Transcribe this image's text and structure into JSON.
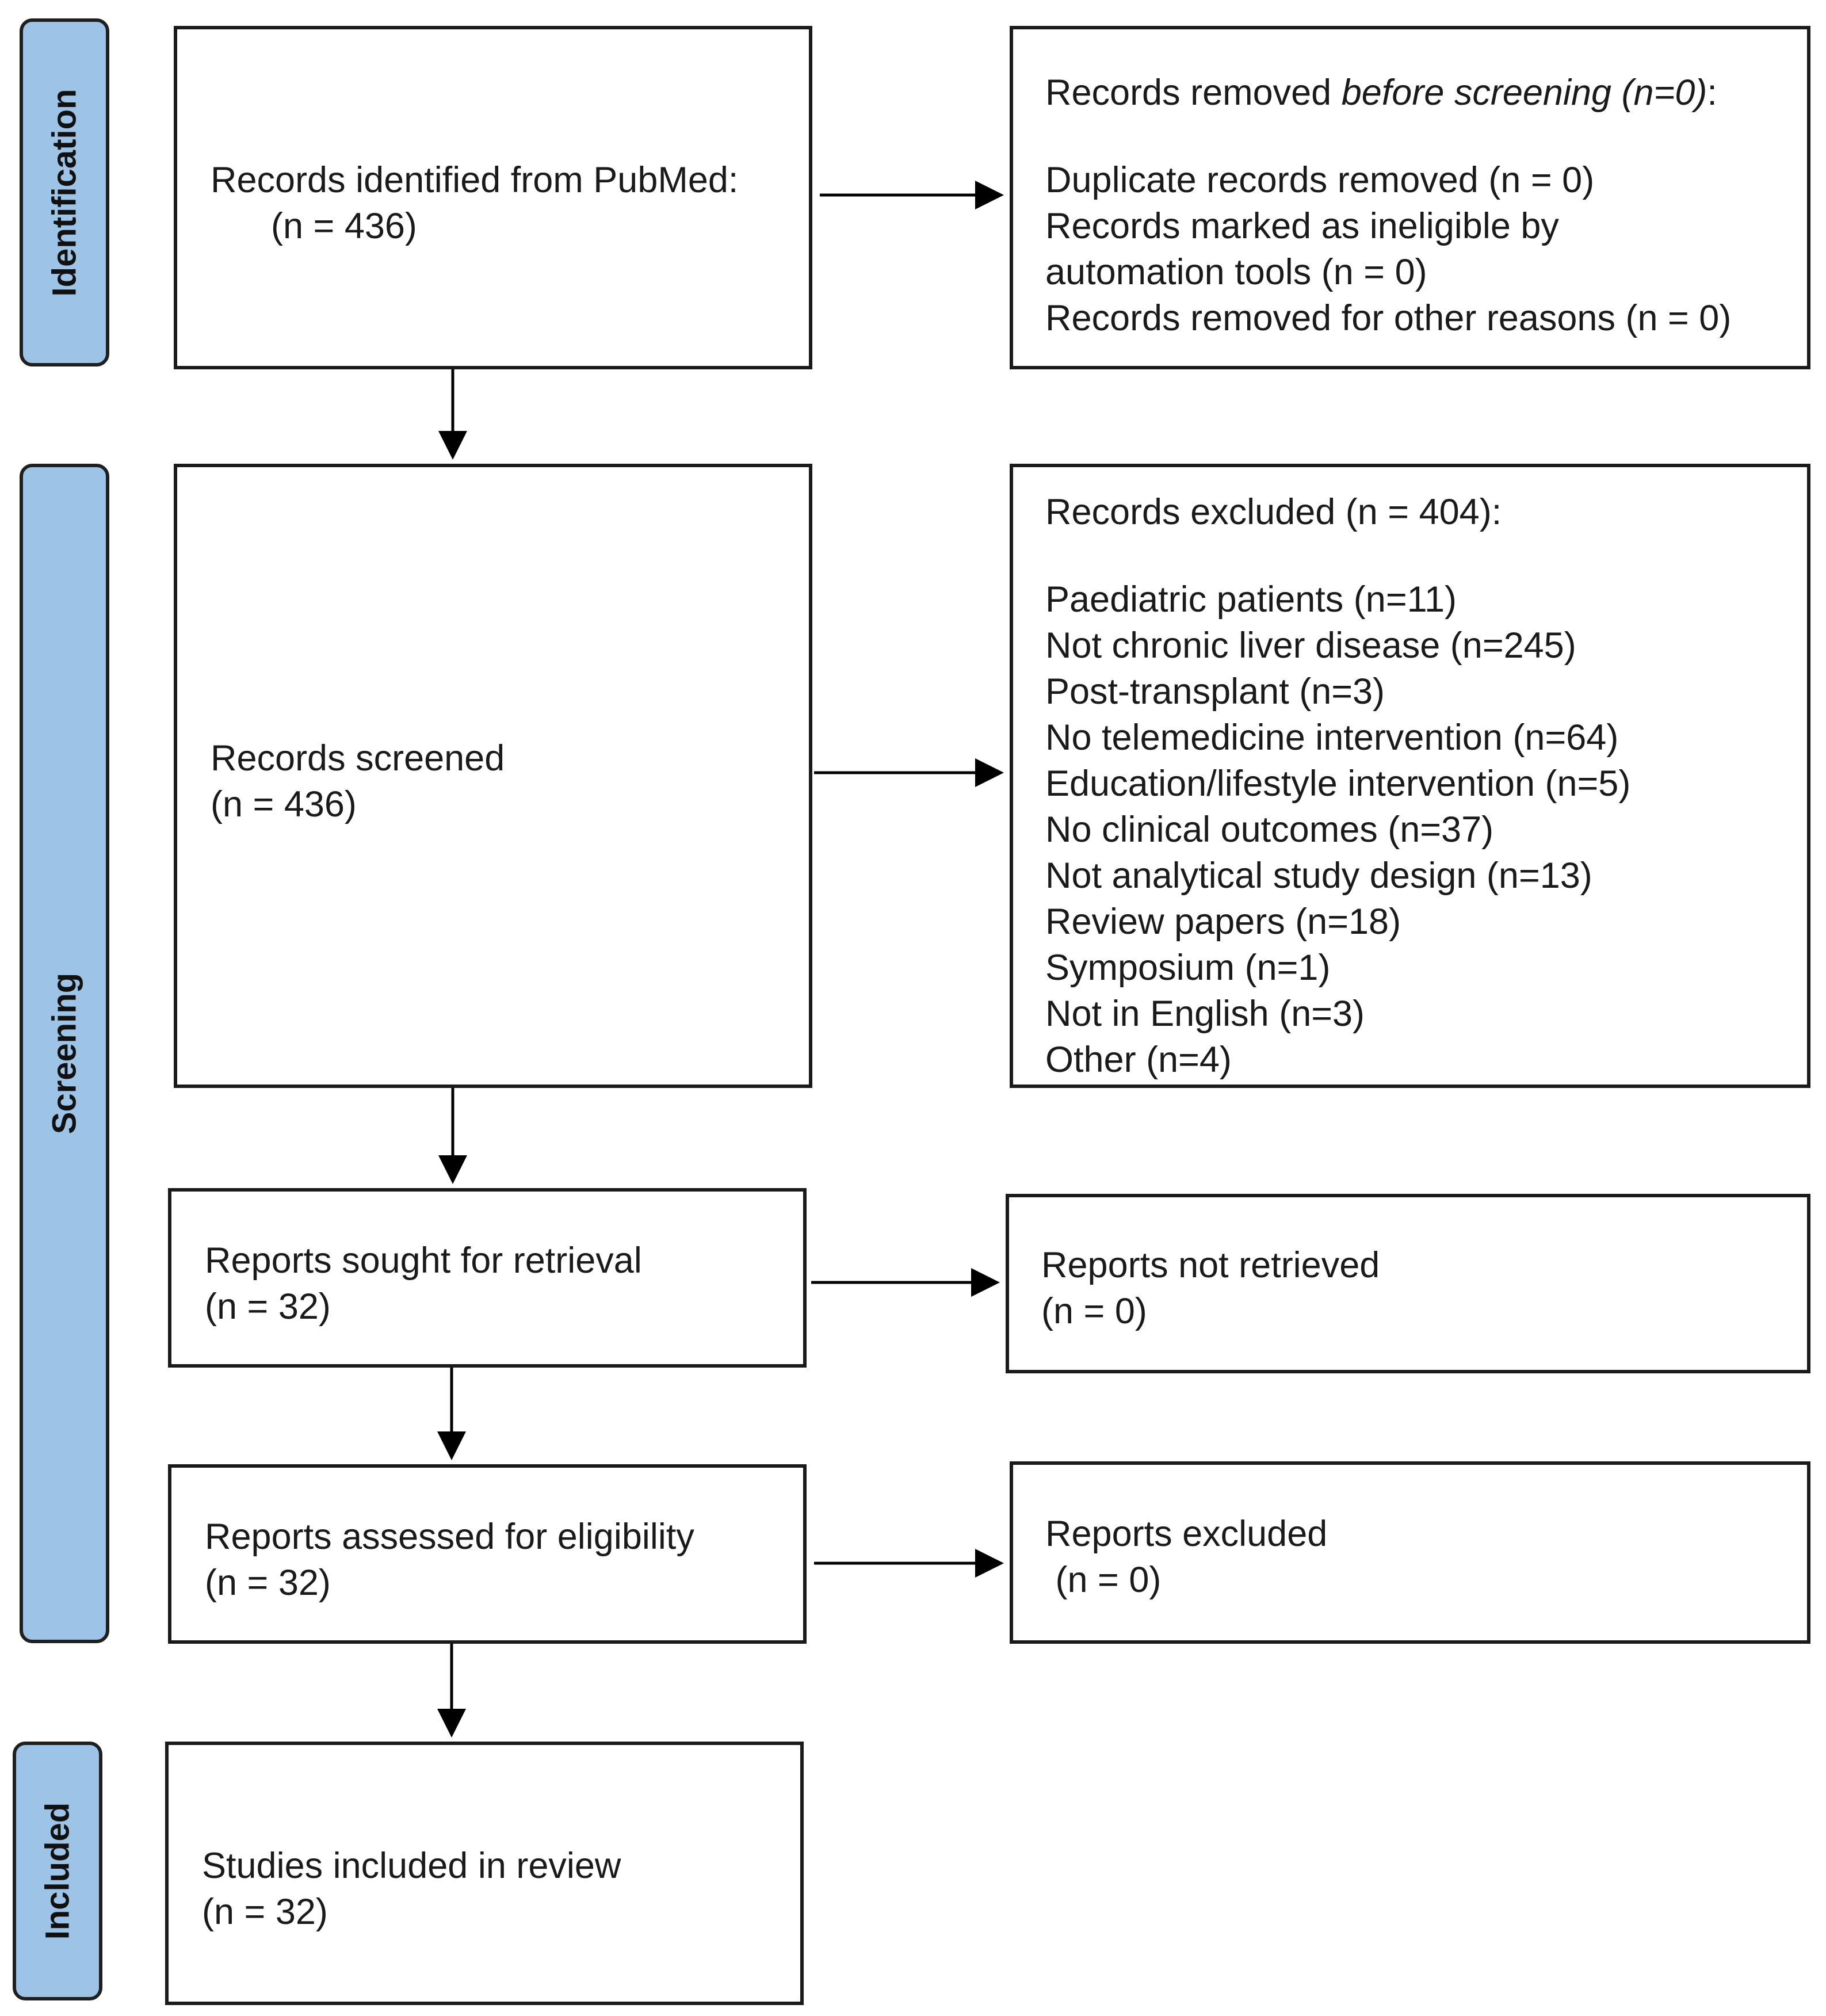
{
  "phases": {
    "identification": "Identification",
    "screening": "Screening",
    "included": "Included"
  },
  "identified": {
    "line1": "Records identified from PubMed:",
    "line2": "(n = 436)"
  },
  "removed": {
    "heading_prefix": "Records removed ",
    "heading_italic": "before screening (n=0)",
    "heading_suffix": ":",
    "items": [
      "Duplicate records removed (n = 0)",
      "Records marked as ineligible by",
      "automation tools (n = 0)",
      "Records removed for other reasons (n = 0)"
    ]
  },
  "screened": {
    "line1": "Records screened",
    "line2": "(n = 436)"
  },
  "excluded": {
    "heading": "Records excluded (n = 404):",
    "items": [
      "Paediatric patients (n=11)",
      "Not chronic liver disease (n=245)",
      "Post-transplant (n=3)",
      "No telemedicine intervention (n=64)",
      "Education/lifestyle intervention (n=5)",
      "No clinical outcomes (n=37)",
      "Not analytical study design (n=13)",
      "Review papers (n=18)",
      "Symposium (n=1)",
      "Not in English (n=3)",
      "Other (n=4)"
    ]
  },
  "sought": {
    "line1": "Reports sought for retrieval",
    "line2": "(n = 32)"
  },
  "not_retrieved": {
    "line1": "Reports not retrieved",
    "line2": "(n = 0)"
  },
  "assessed": {
    "line1": "Reports assessed for eligibility",
    "line2": "(n = 32)"
  },
  "reports_excluded": {
    "line1": "Reports excluded",
    "line2": " (n = 0)"
  },
  "included": {
    "line1": "Studies included in review",
    "line2": "(n = 32)"
  }
}
